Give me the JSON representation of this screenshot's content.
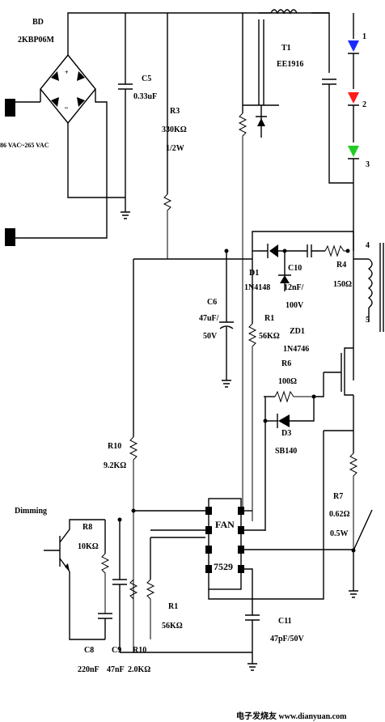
{
  "labels": {
    "bd": "BD",
    "bd_part": "2KBP06M",
    "ac_range": "86 VAC~265 VAC",
    "c5": "C5",
    "c5_val": "0.33uF",
    "t1": "T1",
    "t1_part": "EE1916",
    "r3": "R3",
    "r3_val": "330KΩ",
    "r3_pow": "1/2W",
    "led1": "1",
    "led2": "2",
    "led3": "3",
    "node4": "4",
    "node5": "5",
    "d1": "D1",
    "d1_part": "1N4148",
    "c10": "C10",
    "c10_val": "12nF/",
    "c10_volt": "100V",
    "r4": "R4",
    "r4_val": "150Ω",
    "zd1": "ZD1",
    "zd1_part": "1N4746",
    "c6": "C6",
    "c6_val": "47uF/",
    "c6_volt": "50V",
    "r1_top": "R1",
    "r1_top_val": "56KΩ",
    "r6": "R6",
    "r6_val": "100Ω",
    "d3": "D3",
    "d3_part": "SB140",
    "r10_top": "R10",
    "r10_top_val": "9.2KΩ",
    "dimming": "Dimming",
    "r8": "R8",
    "r8_val": "10KΩ",
    "ic_top": "FAN",
    "ic_bottom": "7529",
    "r7": "R7",
    "r7_val": "0.62Ω",
    "r7_pow": "0.5W",
    "r1_bot": "R1",
    "r1_bot_val": "56KΩ",
    "c11": "C11",
    "c11_val": "47pF/50V",
    "c8": "C8",
    "c8_val": "220nF",
    "c9": "C9",
    "c9_val": "47nF",
    "r10_bot": "R10",
    "r10_bot_val": "2.0KΩ",
    "footer": "电子发烧友 www.dianyuan.com"
  },
  "colors": {
    "led1": "#1a2bff",
    "led2": "#ff1a1a",
    "led3": "#22cc22"
  }
}
